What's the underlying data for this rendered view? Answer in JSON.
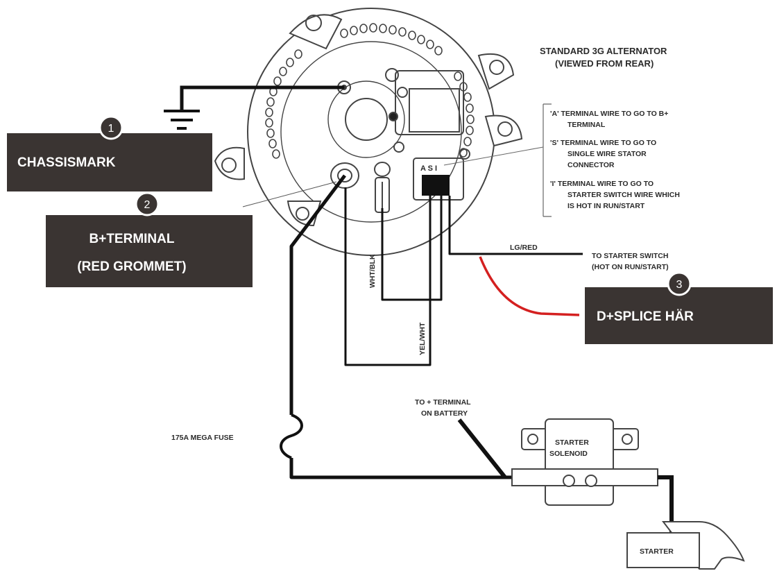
{
  "title": {
    "line1": "STANDARD 3G ALTERNATOR",
    "line2": "(VIEWED FROM REAR)"
  },
  "terminal_notes": [
    {
      "line1": "'A' TERMINAL WIRE TO GO TO  B+",
      "line2": "TERMINAL",
      "line3": ""
    },
    {
      "line1": "'S' TERMINAL  WIRE TO GO TO",
      "line2": "SINGLE WIRE STATOR",
      "line3": "CONNECTOR"
    },
    {
      "line1": "'I' TERMINAL  WIRE TO GO TO",
      "line2": "STARTER SWITCH WIRE WHICH",
      "line3": "IS HOT IN RUN/START"
    }
  ],
  "plug_letters": "A S I",
  "callouts": [
    {
      "number": "1",
      "line1": "CHASSISMARK",
      "line2": ""
    },
    {
      "number": "2",
      "line1": "B+TERMINAL",
      "line2": "(RED  GROMMET)"
    },
    {
      "number": "3",
      "line1": "D+SPLICE  HÄR",
      "line2": ""
    }
  ],
  "wire_labels": {
    "lg_red": "LG/RED",
    "to_starter_switch": "TO STARTER SWITCH",
    "hot_on_run_start": "(HOT ON RUN/START)",
    "wht_blk": "WHT/BLK",
    "yel_wht": "YEL/WHT",
    "fuse": "175A MEGA FUSE",
    "battery_line1": "TO + TERMINAL",
    "battery_line2": "ON BATTERY"
  },
  "components": {
    "solenoid_line1": "STARTER",
    "solenoid_line2": "SOLENOID",
    "starter": "STARTER"
  },
  "colors": {
    "callout_box": "#3a3432",
    "wire": "#111111",
    "splice_wire": "#d42020",
    "outline": "#444444"
  }
}
